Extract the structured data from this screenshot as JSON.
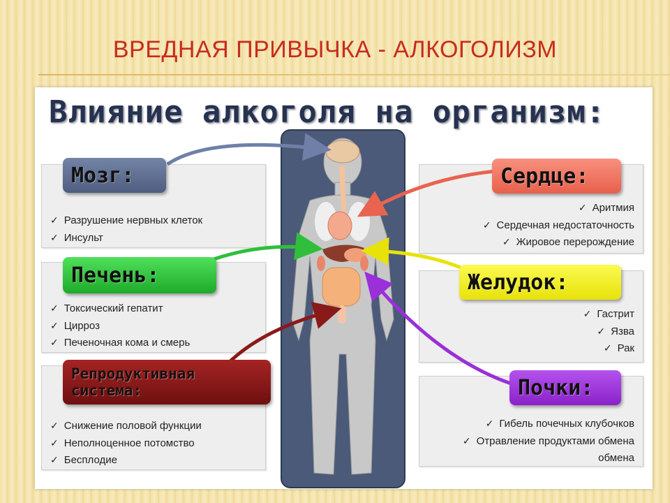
{
  "slide": {
    "title": "ВРЕДНАЯ ПРИВЫЧКА - АЛКОГОЛИЗМ"
  },
  "infographic": {
    "heading": "Влияние алкоголя на организм:",
    "cards": {
      "brain": {
        "title": "Мозг:",
        "color": "#5a6a8c",
        "items": [
          "Разрушение нервных клеток",
          "Инсульт"
        ]
      },
      "liver": {
        "title": "Печень:",
        "color": "#2fbf3a",
        "items": [
          "Токсический гепатит",
          "Цирроз",
          "Печеночная кома и смерь"
        ]
      },
      "repro": {
        "title": "Репродуктивная система:",
        "color": "#8a1a1a",
        "items": [
          "Снижение половой функции",
          "Неполноценное потомство",
          "Бесплодие"
        ]
      },
      "heart": {
        "title": "Сердце:",
        "color": "#f07060",
        "items": [
          "Аритмия",
          "Сердечная недостаточность",
          "Жировое перерождение"
        ]
      },
      "stomach": {
        "title": "Желудок:",
        "color": "#f2ee10",
        "items": [
          "Гастрит",
          "Язва",
          "Рак"
        ]
      },
      "kidneys": {
        "title": "Почки:",
        "color": "#9a30d8",
        "items": [
          "Гибель почечных клубочков",
          "Отравление продуктами обмена"
        ]
      }
    },
    "icons": {
      "check": "check-icon",
      "body": "human-body-icon"
    }
  }
}
